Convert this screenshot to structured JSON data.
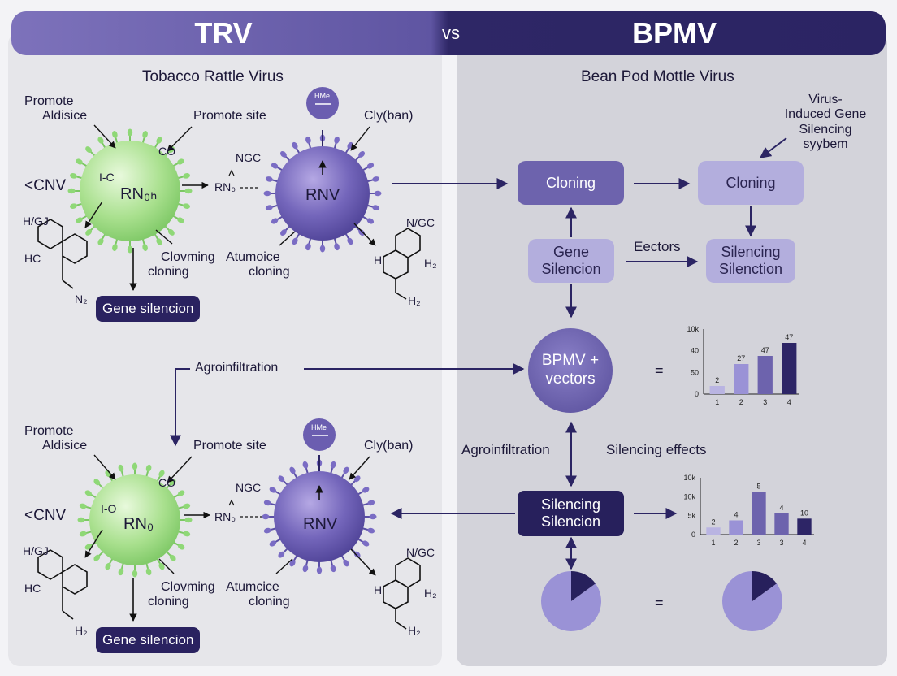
{
  "header": {
    "left_title": "TRV",
    "vs": "vs",
    "right_title": "BPMV"
  },
  "panels": {
    "left_subtitle": "Tobacco Rattle Virus",
    "right_subtitle": "Bean Pod Mottle Virus"
  },
  "trv_top": {
    "promote_aldisice": [
      "Promote",
      "Aldisice"
    ],
    "promote_site": "Promote site",
    "clyban": "Cly(ban)",
    "cnv": "<CNV",
    "hc_small": "I-C",
    "co": "CO",
    "ngc": "NGC",
    "rno_small": "RN₀",
    "rna_virus": "RN₀ₕ",
    "rnv": "RNV",
    "hme": "HMe",
    "hgj": "H/GJ",
    "hc": "HC",
    "n2": "N₂",
    "ngc2": "N/GC",
    "h": "H",
    "h2a": "H₂",
    "h2b": "H₂",
    "clovming": [
      "Clovming",
      "cloning"
    ],
    "atumoice": [
      "Atumoice",
      "cloning"
    ],
    "gene_silencion": "Gene silencion"
  },
  "trv_bottom": {
    "promote_aldisice": [
      "Promote",
      "Aldisice"
    ],
    "promote_site": "Promote site",
    "clyban": "Cly(ban)",
    "cnv": "<CNV",
    "hc_small": "I-O",
    "co": "CO",
    "ngc": "NGC",
    "rno_small": "RN₀",
    "rna_virus": "RN₀",
    "rnv": "RNV",
    "hme": "HMe",
    "hgj": "H/GJ",
    "hc": "HC",
    "h2": "H₂",
    "ngc2": "N/GC",
    "h": "H",
    "h2a": "H₂",
    "h2b": "H₂",
    "clovming": [
      "Clovming",
      "cloning"
    ],
    "atumoice": [
      "Atumcice",
      "cloning"
    ],
    "gene_silencion": "Gene silencion"
  },
  "agroinfiltration_left": "Agroinfiltration",
  "bpmv": {
    "vigs_note": [
      "Virus-",
      "Induced Gene",
      "Silencing",
      "syybem"
    ],
    "cloning_1": "Cloning",
    "cloning_2": "Cloning",
    "gene_silencion": [
      "Gene",
      "Silencion"
    ],
    "eectors": "Eectors",
    "silencing_silenction": [
      "Silencing",
      "Silenction"
    ],
    "bpmv_vectors": [
      "BPMV +",
      "vectors"
    ],
    "equals_1": "=",
    "agroinfiltration": "Agroinfiltration",
    "silencing_effects": "Silencing effects",
    "silencing_silencion": [
      "Silencing",
      "Silencion"
    ],
    "equals_2": "="
  },
  "chart_data": [
    {
      "type": "bar",
      "categories": [
        "1",
        "2",
        "3",
        "4"
      ],
      "values": [
        10,
        37,
        47,
        63
      ],
      "data_labels": [
        "2",
        "27",
        "47",
        "47"
      ],
      "ytick_labels": [
        "0",
        "50",
        "40",
        "10k"
      ],
      "ylim": [
        0,
        80
      ],
      "colors": [
        "#b9b4e2",
        "#9a92d6",
        "#6d63ad",
        "#2d2566"
      ]
    },
    {
      "type": "bar",
      "categories": [
        "1",
        "2",
        "3",
        "3",
        "4"
      ],
      "values": [
        2,
        4,
        12,
        6,
        4.5
      ],
      "data_labels": [
        "2",
        "4",
        "5",
        "4",
        "10"
      ],
      "ytick_labels": [
        "0",
        "5k",
        "10k",
        "10k"
      ],
      "ylim": [
        0,
        16
      ],
      "colors": [
        "#b9b4e2",
        "#9a92d6",
        "#6d63ad",
        "#6d63ad",
        "#2d2566"
      ]
    },
    {
      "type": "pie",
      "values": [
        0.85,
        0.15
      ],
      "colors": [
        "#9a92d6",
        "#27205c"
      ]
    },
    {
      "type": "pie",
      "values": [
        0.85,
        0.15
      ],
      "colors": [
        "#9a92d6",
        "#27205c"
      ]
    }
  ],
  "colors": {
    "dark": "#2b2463",
    "mid": "#6d63ad",
    "light": "#b3aedd",
    "virus_green": "#9fdd86",
    "virus_purple": "#6b5eb0"
  }
}
